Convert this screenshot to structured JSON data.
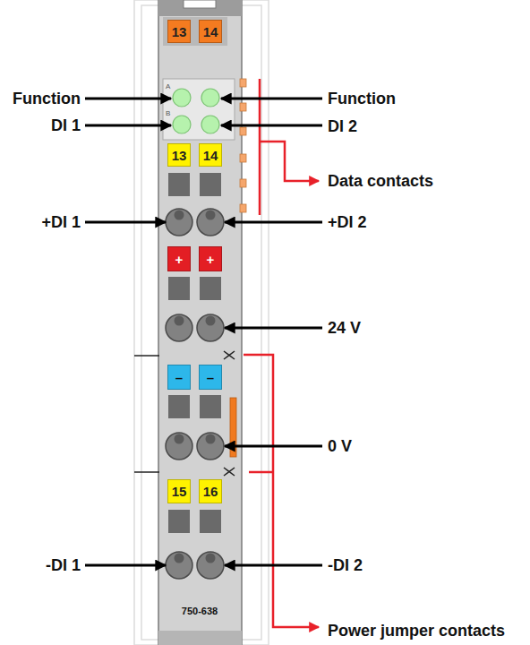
{
  "diagram": {
    "nodes": [
      {
        "text": [
          "13"
        ]
      },
      {
        "text": [
          "14"
        ]
      },
      {
        "text": [
          "13"
        ]
      },
      {
        "text": [
          "14"
        ]
      },
      {
        "text": [
          "+"
        ]
      },
      {
        "text": [
          "+"
        ]
      },
      {
        "text": [
          "–"
        ]
      },
      {
        "text": [
          "–"
        ]
      },
      {
        "text": [
          "15"
        ]
      },
      {
        "text": [
          "16"
        ]
      }
    ],
    "labels": [
      "A",
      "B",
      "Function",
      "Function",
      "DI 1",
      "DI 2",
      "Data contacts",
      "+DI 1",
      "+DI 2",
      "24 V",
      "0 V",
      "-DI 1",
      "-DI 2",
      "750-638",
      "Power jumper contacts"
    ]
  }
}
